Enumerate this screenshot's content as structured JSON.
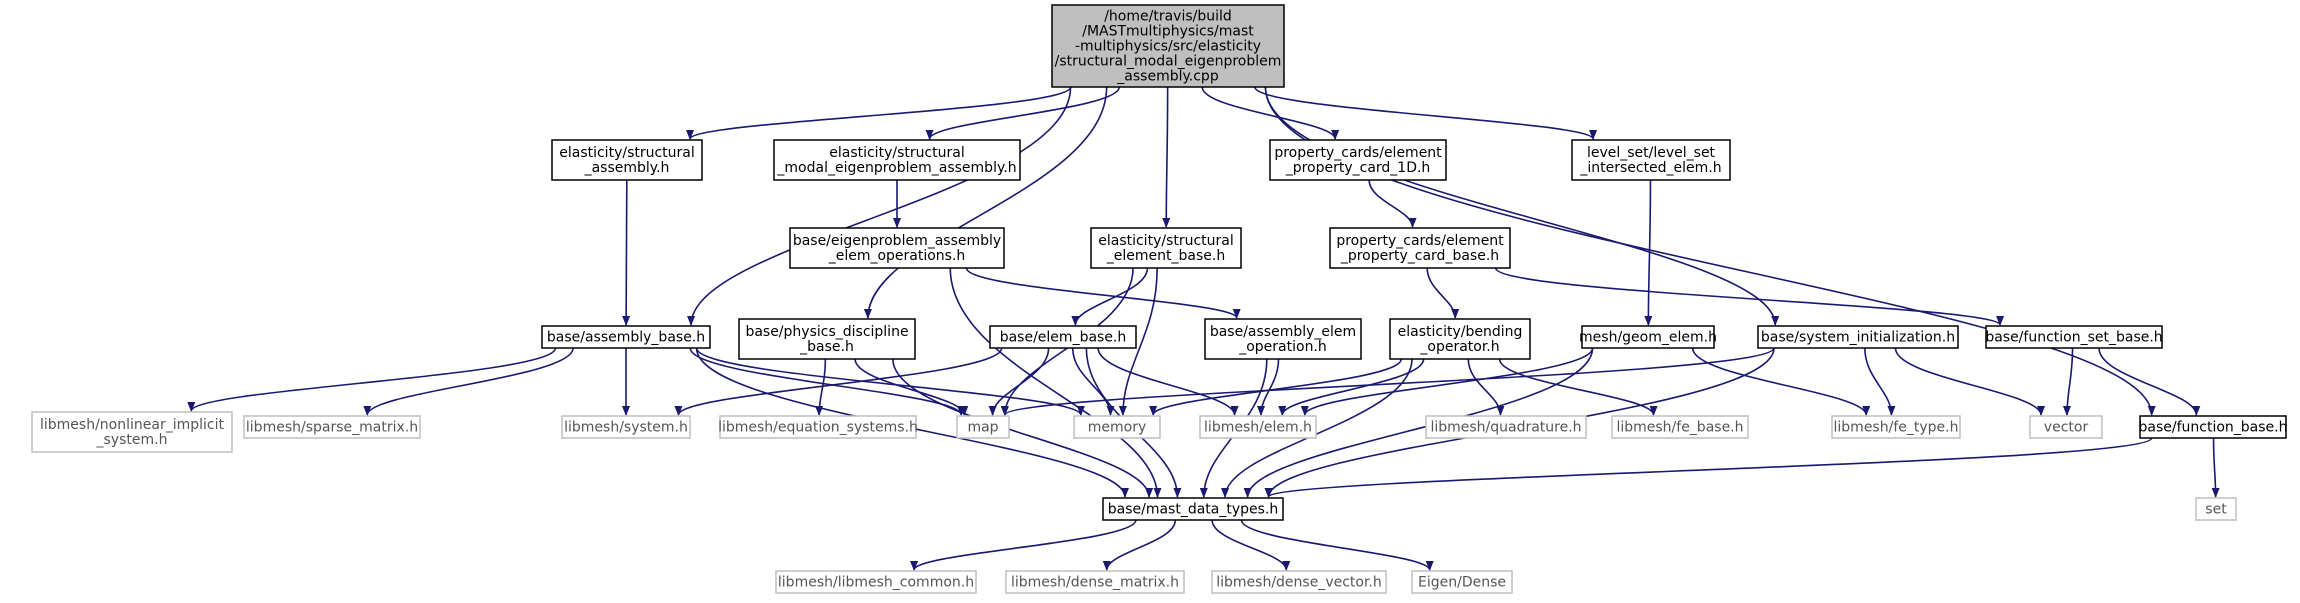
{
  "colors": {
    "edge": "#191970",
    "node_border": "#000000",
    "external_border": "#bfbfbf",
    "root_fill": "#bfbfbf",
    "node_fill": "#ffffff",
    "text": "#000000",
    "external_text": "#555555"
  },
  "nodes": [
    {
      "id": "root",
      "kind": "root",
      "lines": [
        "/home/travis/build",
        "/MASTmultiphysics/mast",
        "-multiphysics/src/elasticity",
        "/structural_modal_eigenproblem",
        "_assembly.cpp"
      ]
    },
    {
      "id": "structural_assembly",
      "kind": "doc",
      "lines": [
        "elasticity/structural",
        "_assembly.h"
      ]
    },
    {
      "id": "modal_eigen",
      "kind": "doc",
      "lines": [
        "elasticity/structural",
        "_modal_eigenproblem_assembly.h"
      ]
    },
    {
      "id": "elem_prop_1d",
      "kind": "doc",
      "lines": [
        "property_cards/element",
        "_property_card_1D.h"
      ]
    },
    {
      "id": "level_set",
      "kind": "doc",
      "lines": [
        "level_set/level_set",
        "_intersected_elem.h"
      ]
    },
    {
      "id": "eigen_ops",
      "kind": "doc",
      "lines": [
        "base/eigenproblem_assembly",
        "_elem_operations.h"
      ]
    },
    {
      "id": "struct_elem_base",
      "kind": "doc",
      "lines": [
        "elasticity/structural",
        "_element_base.h"
      ]
    },
    {
      "id": "elem_prop_base",
      "kind": "doc",
      "lines": [
        "property_cards/element",
        "_property_card_base.h"
      ]
    },
    {
      "id": "assembly_base",
      "kind": "doc",
      "lines": [
        "base/assembly_base.h"
      ]
    },
    {
      "id": "physics",
      "kind": "doc",
      "lines": [
        "base/physics_discipline",
        "_base.h"
      ]
    },
    {
      "id": "elem_base",
      "kind": "doc",
      "lines": [
        "base/elem_base.h"
      ]
    },
    {
      "id": "assembly_elem_op",
      "kind": "doc",
      "lines": [
        "base/assembly_elem",
        "_operation.h"
      ]
    },
    {
      "id": "bending",
      "kind": "doc",
      "lines": [
        "elasticity/bending",
        "_operator.h"
      ]
    },
    {
      "id": "geom_elem",
      "kind": "doc",
      "lines": [
        "mesh/geom_elem.h"
      ]
    },
    {
      "id": "sys_init",
      "kind": "doc",
      "lines": [
        "base/system_initialization.h"
      ]
    },
    {
      "id": "func_set_base",
      "kind": "doc",
      "lines": [
        "base/function_set_base.h"
      ]
    },
    {
      "id": "func_base",
      "kind": "doc",
      "lines": [
        "base/function_base.h"
      ]
    },
    {
      "id": "nonlinear",
      "kind": "ext",
      "lines": [
        "libmesh/nonlinear_implicit",
        "_system.h"
      ]
    },
    {
      "id": "sparse",
      "kind": "ext",
      "lines": [
        "libmesh/sparse_matrix.h"
      ]
    },
    {
      "id": "system",
      "kind": "ext",
      "lines": [
        "libmesh/system.h"
      ]
    },
    {
      "id": "eq_systems",
      "kind": "ext",
      "lines": [
        "libmesh/equation_systems.h"
      ]
    },
    {
      "id": "map",
      "kind": "ext",
      "lines": [
        "map"
      ]
    },
    {
      "id": "memory",
      "kind": "ext",
      "lines": [
        "memory"
      ]
    },
    {
      "id": "elem_h",
      "kind": "ext",
      "lines": [
        "libmesh/elem.h"
      ]
    },
    {
      "id": "quadrature",
      "kind": "ext",
      "lines": [
        "libmesh/quadrature.h"
      ]
    },
    {
      "id": "fe_base",
      "kind": "ext",
      "lines": [
        "libmesh/fe_base.h"
      ]
    },
    {
      "id": "fe_type",
      "kind": "ext",
      "lines": [
        "libmesh/fe_type.h"
      ]
    },
    {
      "id": "vector",
      "kind": "ext",
      "lines": [
        "vector"
      ]
    },
    {
      "id": "mast_types",
      "kind": "doc",
      "lines": [
        "base/mast_data_types.h"
      ]
    },
    {
      "id": "set",
      "kind": "ext",
      "lines": [
        "set"
      ]
    },
    {
      "id": "libmesh_common",
      "kind": "ext",
      "lines": [
        "libmesh/libmesh_common.h"
      ]
    },
    {
      "id": "dense_matrix",
      "kind": "ext",
      "lines": [
        "libmesh/dense_matrix.h"
      ]
    },
    {
      "id": "dense_vector",
      "kind": "ext",
      "lines": [
        "libmesh/dense_vector.h"
      ]
    },
    {
      "id": "eigen_dense",
      "kind": "ext",
      "lines": [
        "Eigen/Dense"
      ]
    }
  ],
  "edges": [
    [
      "root",
      "structural_assembly"
    ],
    [
      "root",
      "modal_eigen"
    ],
    [
      "root",
      "elem_prop_1d"
    ],
    [
      "root",
      "level_set"
    ],
    [
      "root",
      "assembly_base"
    ],
    [
      "root",
      "physics"
    ],
    [
      "root",
      "struct_elem_base"
    ],
    [
      "root",
      "sys_init"
    ],
    [
      "root",
      "func_base"
    ],
    [
      "structural_assembly",
      "assembly_base"
    ],
    [
      "modal_eigen",
      "eigen_ops"
    ],
    [
      "eigen_ops",
      "assembly_elem_op"
    ],
    [
      "eigen_ops",
      "mast_types"
    ],
    [
      "elem_prop_1d",
      "elem_prop_base"
    ],
    [
      "elem_prop_base",
      "bending"
    ],
    [
      "elem_prop_base",
      "func_set_base"
    ],
    [
      "level_set",
      "geom_elem"
    ],
    [
      "struct_elem_base",
      "elem_base"
    ],
    [
      "struct_elem_base",
      "map"
    ],
    [
      "struct_elem_base",
      "memory"
    ],
    [
      "assembly_base",
      "nonlinear"
    ],
    [
      "assembly_base",
      "sparse"
    ],
    [
      "assembly_base",
      "system"
    ],
    [
      "assembly_base",
      "map"
    ],
    [
      "assembly_base",
      "memory"
    ],
    [
      "assembly_base",
      "mast_types"
    ],
    [
      "physics",
      "mast_types"
    ],
    [
      "physics",
      "eq_systems"
    ],
    [
      "physics",
      "map"
    ],
    [
      "elem_base",
      "system"
    ],
    [
      "elem_base",
      "map"
    ],
    [
      "elem_base",
      "memory"
    ],
    [
      "elem_base",
      "elem_h"
    ],
    [
      "elem_base",
      "mast_types"
    ],
    [
      "assembly_elem_op",
      "elem_h"
    ],
    [
      "assembly_elem_op",
      "mast_types"
    ],
    [
      "bending",
      "memory"
    ],
    [
      "bending",
      "elem_h"
    ],
    [
      "bending",
      "quadrature"
    ],
    [
      "bending",
      "fe_base"
    ],
    [
      "bending",
      "mast_types"
    ],
    [
      "geom_elem",
      "elem_h"
    ],
    [
      "geom_elem",
      "fe_type"
    ],
    [
      "geom_elem",
      "mast_types"
    ],
    [
      "sys_init",
      "map"
    ],
    [
      "sys_init",
      "fe_type"
    ],
    [
      "sys_init",
      "vector"
    ],
    [
      "sys_init",
      "mast_types"
    ],
    [
      "func_set_base",
      "vector"
    ],
    [
      "func_set_base",
      "func_base"
    ],
    [
      "func_base",
      "set"
    ],
    [
      "func_base",
      "mast_types"
    ],
    [
      "mast_types",
      "libmesh_common"
    ],
    [
      "mast_types",
      "dense_matrix"
    ],
    [
      "mast_types",
      "dense_vector"
    ],
    [
      "mast_types",
      "eigen_dense"
    ]
  ]
}
